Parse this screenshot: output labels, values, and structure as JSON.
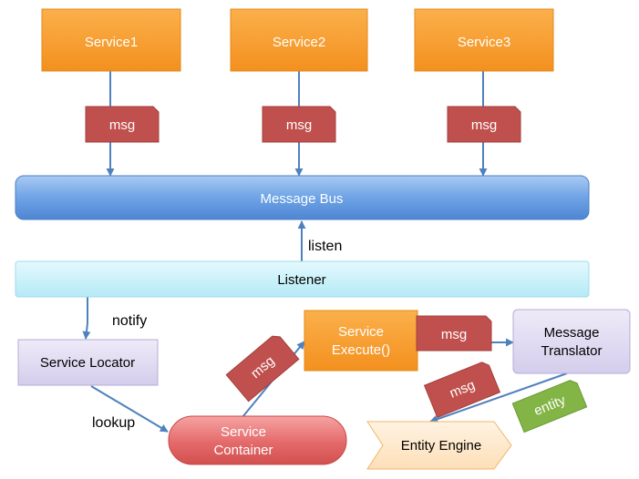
{
  "services": [
    {
      "label": "Service1"
    },
    {
      "label": "Service2"
    },
    {
      "label": "Service3"
    }
  ],
  "msg_label": "msg",
  "message_bus": {
    "label": "Message Bus"
  },
  "listener": {
    "label": "Listener"
  },
  "edge_labels": {
    "listen": "listen",
    "notify": "notify",
    "lookup": "lookup"
  },
  "service_locator": {
    "label": "Service Locator"
  },
  "service_container": {
    "line1": "Service",
    "line2": "Container"
  },
  "service_execute": {
    "line1": "Service",
    "line2": "Execute()"
  },
  "message_translator": {
    "line1": "Message",
    "line2": "Translator"
  },
  "entity_engine": {
    "label": "Entity Engine"
  },
  "entity_label": "entity",
  "colors": {
    "service_orange": "#f79a2b",
    "msg_red": "#c0504d",
    "bus_blue": "#5b95dd",
    "listener_cyan": "#bfeff8",
    "locator_lavender": "#dcd6ef",
    "container_red": "#e66a6a",
    "entity_green": "#82b446",
    "arrow_blue": "#4f81bd"
  }
}
